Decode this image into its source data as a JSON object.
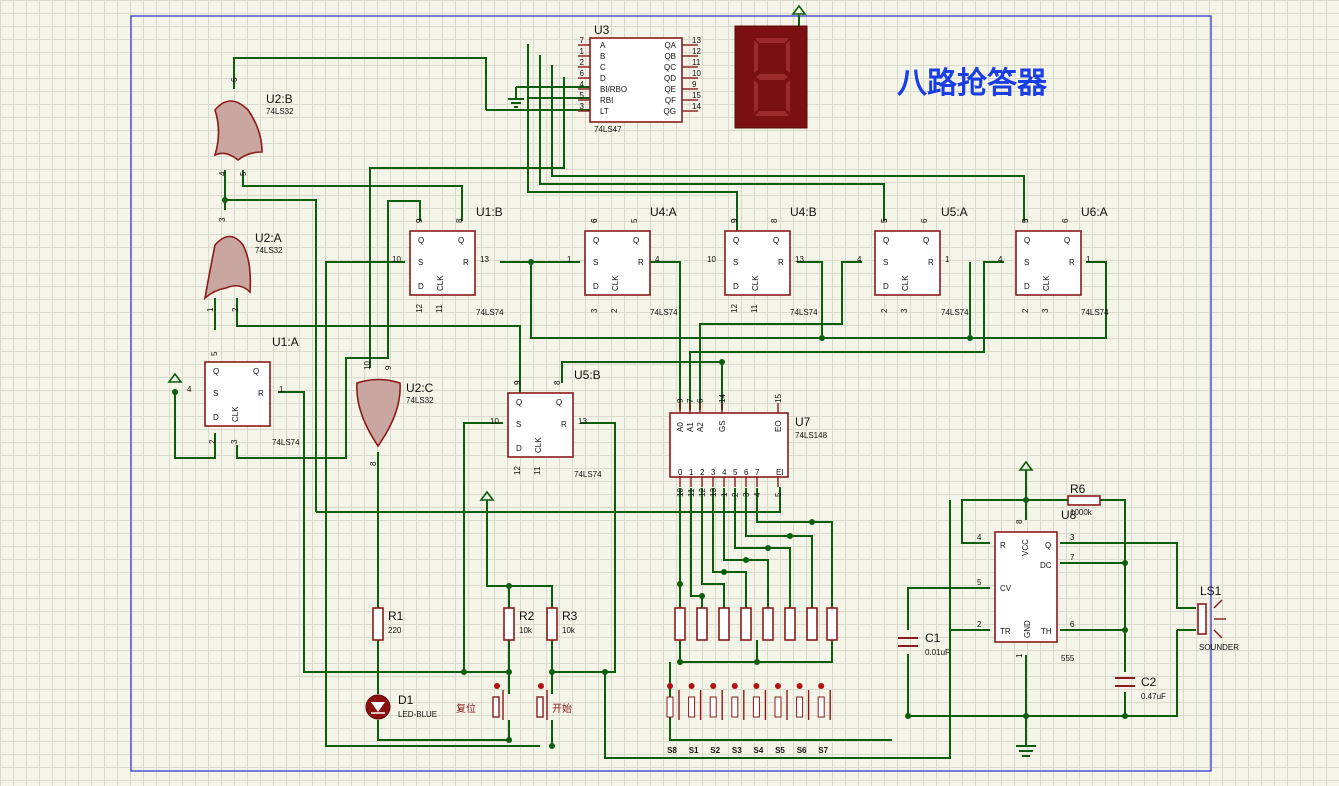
{
  "title": "八路抢答器",
  "colors": {
    "wire": "#0b5e0b",
    "component": "#8b1a1a",
    "title": "#1a3ee6",
    "sheet_border": "#2a2ad0",
    "segment_display": "#7a1010"
  },
  "components": {
    "U3": {
      "ref": "U3",
      "part": "74LS47",
      "inputs": [
        [
          "7",
          "A"
        ],
        [
          "1",
          "B"
        ],
        [
          "2",
          "C"
        ],
        [
          "6",
          "D"
        ],
        [
          "4",
          "BI/RBO"
        ],
        [
          "5",
          "RBI"
        ],
        [
          "3",
          "LT"
        ]
      ],
      "outputs": [
        [
          "13",
          "QA"
        ],
        [
          "12",
          "QB"
        ],
        [
          "11",
          "QC"
        ],
        [
          "10",
          "QD"
        ],
        [
          "9",
          "QE"
        ],
        [
          "15",
          "QF"
        ],
        [
          "14",
          "QG"
        ]
      ]
    },
    "display": {
      "digit": "8"
    },
    "U2B": {
      "ref": "U2:B",
      "part": "74LS32",
      "pins": [
        "6",
        "4",
        "5"
      ]
    },
    "U2A": {
      "ref": "U2:A",
      "part": "74LS32",
      "pins": [
        "3",
        "1",
        "2"
      ]
    },
    "U2C": {
      "ref": "U2:C",
      "part": "74LS32",
      "pins": [
        "10",
        "9",
        "8"
      ]
    },
    "U1A": {
      "ref": "U1:A",
      "part": "74LS74",
      "pins": {
        "set": "4",
        "q": "5",
        "r": "1",
        "d": "2",
        "clk": "3"
      }
    },
    "U1B": {
      "ref": "U1:B",
      "part": "74LS74",
      "pins": {
        "q": "9",
        "qn": "8",
        "s": "10",
        "r": "13",
        "d": "12",
        "clk": "11"
      }
    },
    "U4A": {
      "ref": "U4:A",
      "part": "74LS74",
      "pins": {
        "q": "6",
        "qn": "5",
        "s": "1",
        "r": "4",
        "d": "3",
        "clk": "2"
      }
    },
    "U4B": {
      "ref": "U4:B",
      "part": "74LS74",
      "pins": {
        "q": "9",
        "qn": "8",
        "s": "10",
        "r": "13",
        "d": "12",
        "clk": "11"
      }
    },
    "U5A": {
      "ref": "U5:A",
      "part": "74LS74",
      "pins": {
        "q": "5",
        "qn": "6",
        "s": "4",
        "r": "1",
        "d": "2",
        "clk": "3"
      }
    },
    "U6A": {
      "ref": "U6:A",
      "part": "74LS74",
      "pins": {
        "q": "5",
        "qn": "6",
        "s": "4",
        "r": "1",
        "d": "2",
        "clk": "3"
      }
    },
    "U5B": {
      "ref": "U5:B",
      "part": "74LS74",
      "pins": {
        "q": "9",
        "qn": "8",
        "s": "10",
        "r": "13",
        "d": "12",
        "clk": "11"
      }
    },
    "U7": {
      "ref": "U7",
      "part": "74LS148",
      "top_pins": [
        [
          "9",
          "A0"
        ],
        [
          "7",
          "A1"
        ],
        [
          "6",
          "A2"
        ],
        [
          "14",
          "GS"
        ],
        [
          "15",
          "EO"
        ]
      ],
      "bottom_pins": [
        [
          "10",
          "0"
        ],
        [
          "11",
          "1"
        ],
        [
          "12",
          "2"
        ],
        [
          "13",
          "3"
        ],
        [
          "1",
          "4"
        ],
        [
          "2",
          "5"
        ],
        [
          "3",
          "6"
        ],
        [
          "4",
          "7"
        ],
        [
          "5",
          "EI"
        ]
      ]
    },
    "U8": {
      "ref": "U8",
      "part": "555",
      "pins": {
        "r": "4",
        "vcc": "8",
        "q": "3",
        "dc": "7",
        "cv": "5",
        "tr": "2",
        "th": "6",
        "gnd": "1"
      },
      "labels": {
        "r": "R",
        "vcc": "VCC",
        "q": "Q",
        "dc": "DC",
        "cv": "CV",
        "tr": "TR",
        "th": "TH",
        "gnd": "GND"
      }
    },
    "R1": {
      "ref": "R1",
      "value": "220"
    },
    "R2": {
      "ref": "R2",
      "value": "10k"
    },
    "R3": {
      "ref": "R3",
      "value": "10k"
    },
    "R6": {
      "ref": "R6",
      "value": "1000k"
    },
    "C1": {
      "ref": "C1",
      "value": "0.01uF"
    },
    "C2": {
      "ref": "C2",
      "value": "0.47uF"
    },
    "D1": {
      "ref": "D1",
      "part": "LED-BLUE"
    },
    "LS1": {
      "ref": "LS1",
      "part": "SOUNDER"
    },
    "btn_reset": {
      "label": "复位"
    },
    "btn_start": {
      "label": "开始"
    },
    "switches": [
      "S8",
      "S1",
      "S2",
      "S3",
      "S4",
      "S5",
      "S6",
      "S7"
    ]
  }
}
